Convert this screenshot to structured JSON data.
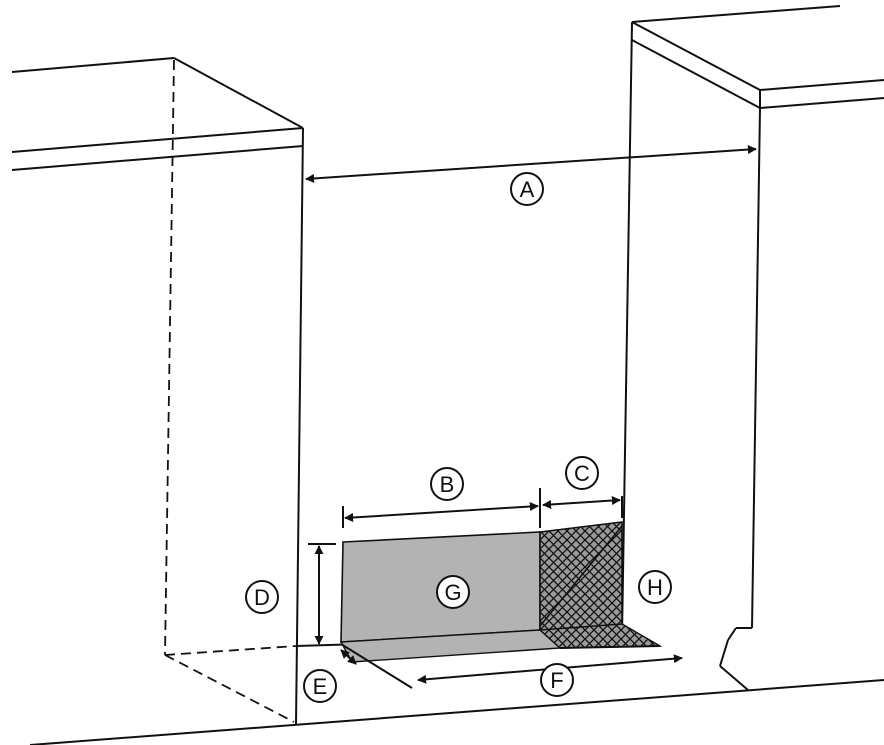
{
  "diagram": {
    "labels": {
      "A": "A",
      "B": "B",
      "C": "C",
      "D": "D",
      "E": "E",
      "F": "F",
      "G": "G",
      "H": "H"
    },
    "colors": {
      "line": "#111111",
      "panel_fill": "#b3b3b3",
      "hatch_fill": "#9a9a9a",
      "background": "#ffffff"
    }
  }
}
